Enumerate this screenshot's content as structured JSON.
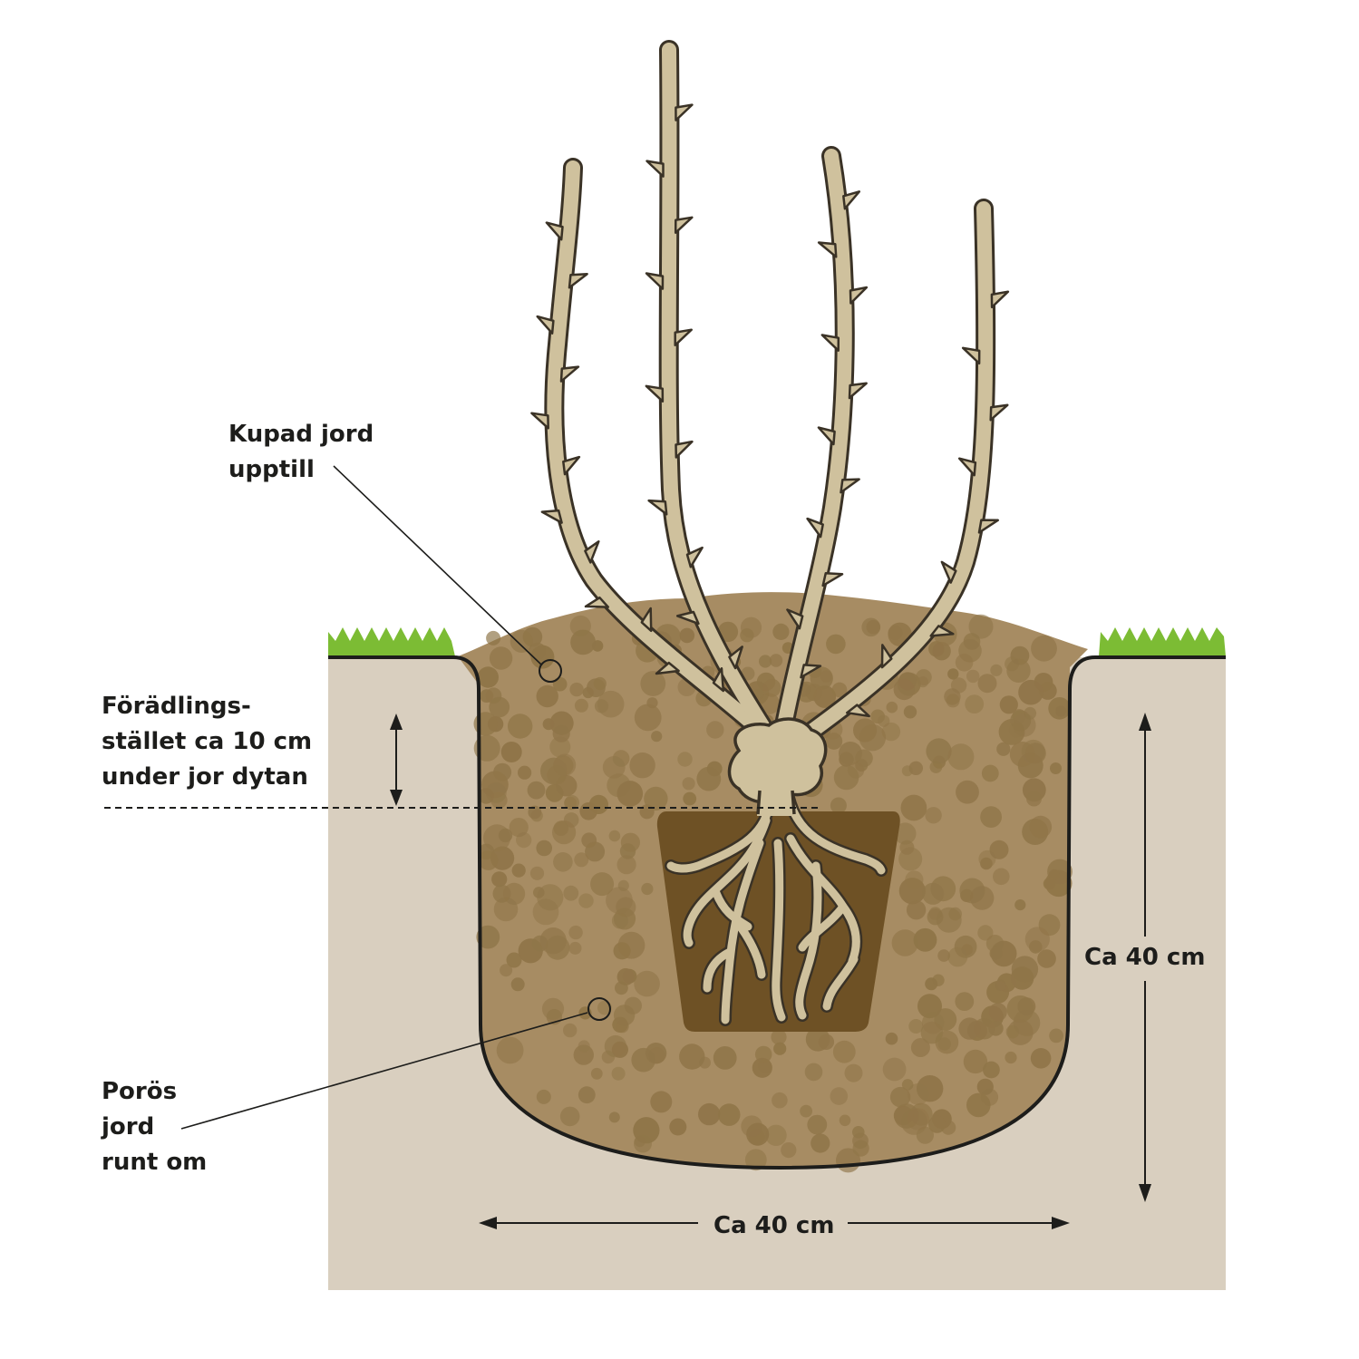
{
  "labels": {
    "kupad_line1": "Kupad jord",
    "kupad_line2": "upptill",
    "foradling_line1": "Förädlings-",
    "foradling_line2": "stället ca 10 cm",
    "foradling_line3": "under jor dytan",
    "poros_line1": "Porös",
    "poros_line2": "jord",
    "poros_line3": "runt om",
    "depth": "Ca 40 cm",
    "width": "Ca 40 cm"
  },
  "colors": {
    "ground": "#d9cfbf",
    "soil": "#a78c63",
    "soil_spots": "#8c7245",
    "root_ball": "#6e5125",
    "stem": "#cfc19d",
    "stem_outline": "#3a3226",
    "grass": "#7cbc34",
    "line": "#1d1d1b"
  }
}
